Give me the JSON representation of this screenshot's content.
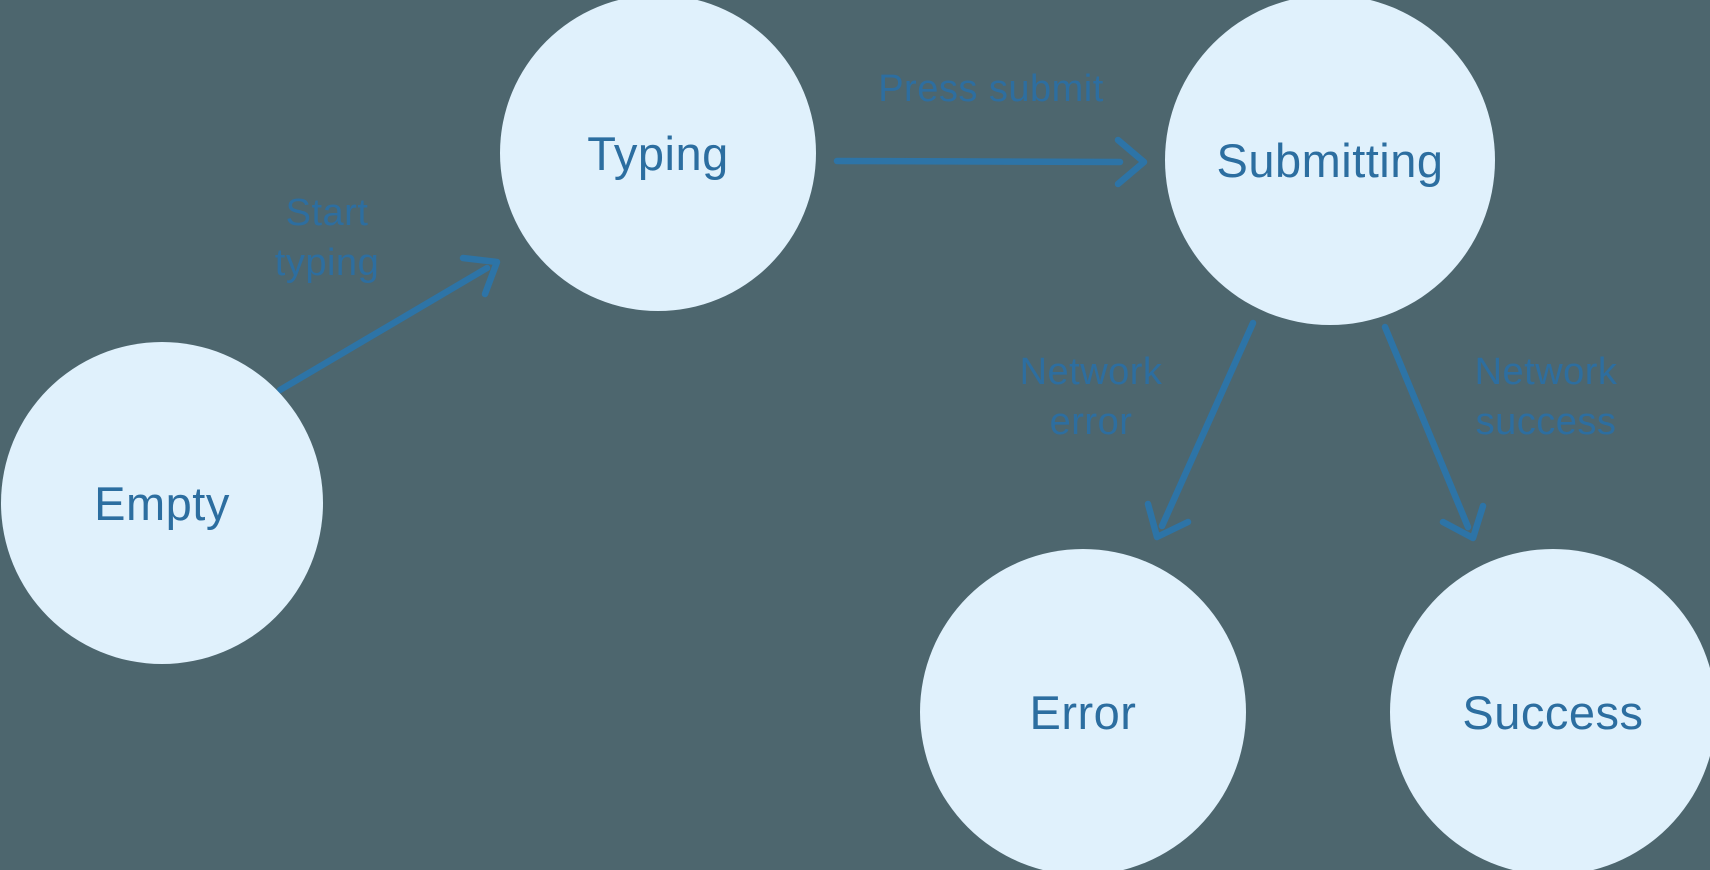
{
  "colors": {
    "background": "#4D666E",
    "node-fill": "#E0F1FC",
    "node-text": "#2C6EA0",
    "edge-text": "#2D6EA0",
    "arrow-color": "#2D74A7"
  },
  "nodes": [
    {
      "id": "empty",
      "label": "Empty"
    },
    {
      "id": "typing",
      "label": "Typing"
    },
    {
      "id": "submitting",
      "label": "Submitting"
    },
    {
      "id": "error",
      "label": "Error"
    },
    {
      "id": "success",
      "label": "Success"
    }
  ],
  "edges": [
    {
      "from": "empty",
      "to": "typing",
      "label_lines": [
        "Start",
        "typing"
      ]
    },
    {
      "from": "typing",
      "to": "submitting",
      "label_lines": [
        "Press submit"
      ]
    },
    {
      "from": "submitting",
      "to": "error",
      "label_lines": [
        "Network",
        "error"
      ]
    },
    {
      "from": "submitting",
      "to": "success",
      "label_lines": [
        "Network",
        "success"
      ]
    }
  ]
}
